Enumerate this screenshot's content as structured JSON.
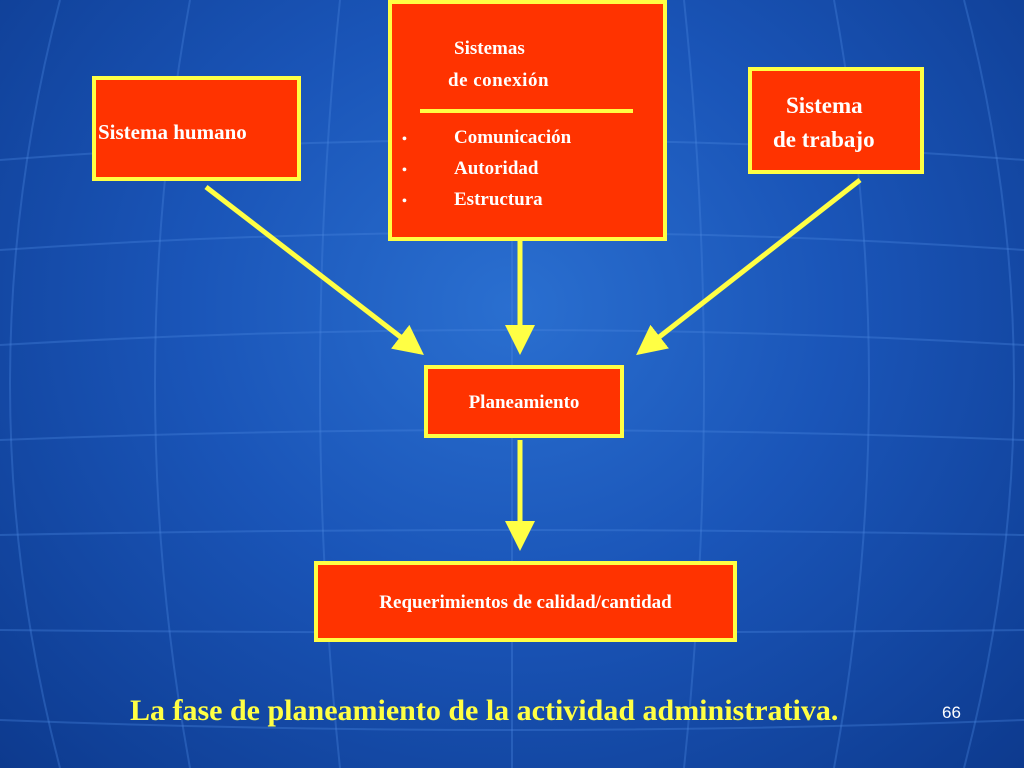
{
  "boxes": {
    "sistema_humano": "Sistema humano",
    "sistemas_conexion": {
      "title_line1": "Sistemas",
      "title_line2": "de conexión",
      "bullet": "•",
      "items": [
        "Comunicación",
        "Autoridad",
        "Estructura"
      ]
    },
    "sistema_trabajo": {
      "line1": "Sistema",
      "line2": "de trabajo"
    },
    "planeamiento": "Planeamiento",
    "requerimientos": "Requerimientos de calidad/cantidad"
  },
  "caption": "La fase de planeamiento de la actividad administrativa.",
  "page_number": "66",
  "colors": {
    "box_fill": "#ff3300",
    "box_border": "#ffff44",
    "arrow": "#ffff44",
    "caption": "#ffff44",
    "background": "#1a55b8"
  }
}
